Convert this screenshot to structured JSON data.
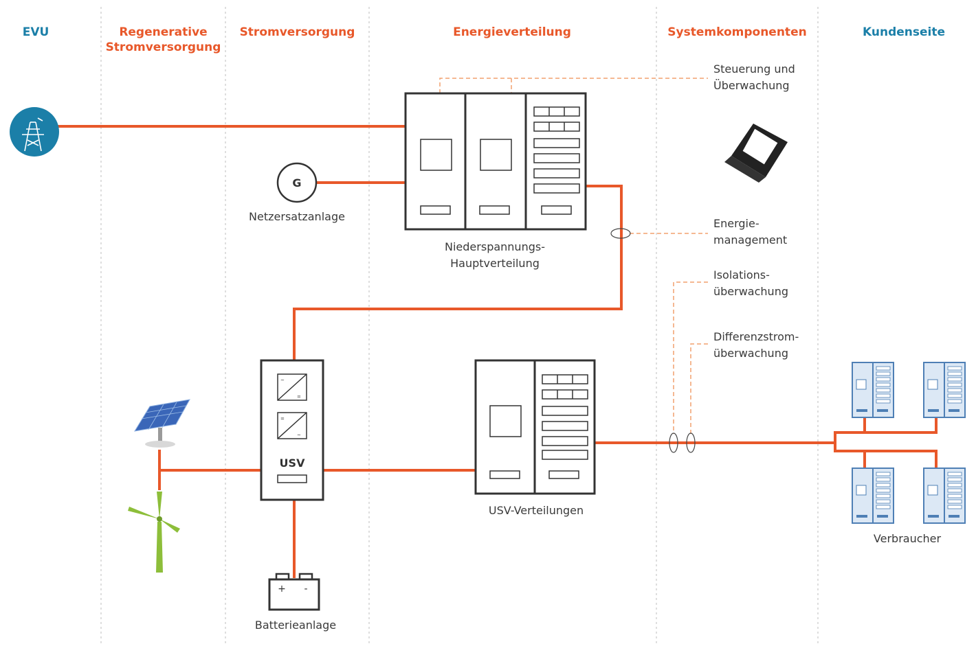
{
  "columns": {
    "evu": "EVU",
    "regenerative": "Regenerative\nStromversorgung",
    "stromversorgung": "Stromversorgung",
    "energieverteilung": "Energieverteilung",
    "systemkomponenten": "Systemkomponenten",
    "kundenseite": "Kundenseite"
  },
  "labels": {
    "netzersatzanlage": "Netzersatzanlage",
    "generator_symbol": "G",
    "nshv": "Niederspannungs-\nHauptverteilung",
    "usv": "USV",
    "usv_verteilungen": "USV-Verteilungen",
    "batterieanlage": "Batterieanlage",
    "battery_plus": "+",
    "battery_minus": "-",
    "verbraucher": "Verbraucher"
  },
  "annotations": {
    "steuerung": "Steuerung und\nÜberwachung",
    "energiemanagement": "Energie-\nmanagement",
    "isolation": "Isolations-\nüberwachung",
    "differenzstrom": "Differenzstrom-\nüberwachung"
  },
  "colors": {
    "accent_orange": "#e8582a",
    "accent_blue": "#1b7fa8",
    "power_line": "#e8582a",
    "cabinet_blue": "#4e7fb5",
    "cabinet_fill": "#dce8f5",
    "text_gray": "#3a3a3a"
  },
  "icons": {
    "grid": "power-pylon-icon",
    "solar": "solar-panel-icon",
    "wind": "wind-turbine-icon",
    "laptop": "laptop-icon"
  }
}
